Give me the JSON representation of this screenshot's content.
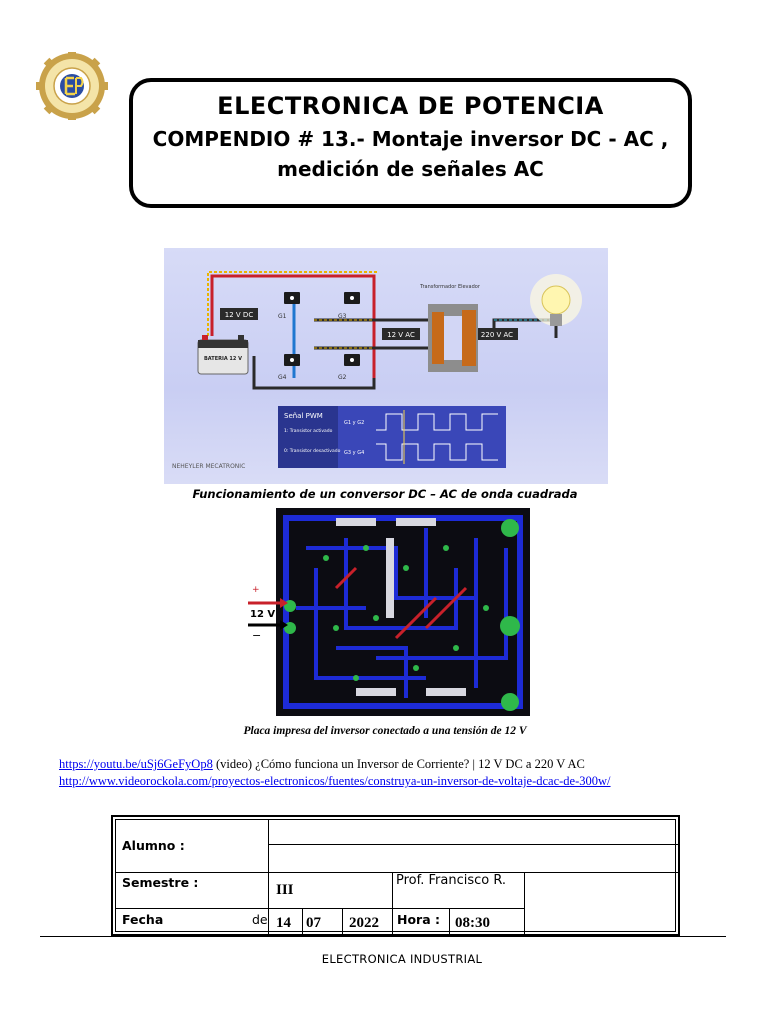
{
  "header": {
    "title": "ELECTRONICA DE POTENCIA",
    "subtitle": "COMPENDIO # 13.- Montaje inversor DC - AC , medición de señales AC"
  },
  "figure1": {
    "caption": "Funcionamiento de un conversor DC – AC de onda cuadrada",
    "labels": {
      "dc_box": "12 V DC",
      "ac_box": "12 V AC",
      "ac_out": "220 V AC",
      "transformer": "Transformador Elevador",
      "battery": "BATERIA 12 V",
      "g1": "G1",
      "g2": "G2",
      "g3": "G3",
      "g4": "G4",
      "pwm_title": "Señal PWM",
      "pwm_on": "1: Transistor activado",
      "pwm_off": "0: Transistor desactivado",
      "pwm_g1g2": "G1 y G2",
      "pwm_g3g4": "G3 y G4",
      "brand": "NEHEYLER MECATRONIC"
    }
  },
  "figure2": {
    "caption": "Placa impresa del inversor conectado a una tensión de 12 V",
    "labels": {
      "plus": "+",
      "volt": "12 V",
      "minus": "−"
    }
  },
  "links": [
    {
      "url": "https://youtu.be/uSj6GeFyOp8",
      "text": " (video)  ¿Cómo funciona un Inversor de Corriente? | 12 V DC a 220 V AC"
    },
    {
      "url": "http://www.videorockola.com/proyectos-electronicos/fuentes/construya-un-inversor-de-voltaje-dcac-de-300w/",
      "text": ""
    }
  ],
  "form": {
    "alumno_label": "Alumno :",
    "semestre_label": "Semestre :",
    "semestre_value": "III",
    "prof": "Prof.  Francisco R.",
    "fecha_label": "Fecha",
    "de_label": "de",
    "day": "14",
    "month": "07",
    "year": "2022",
    "hora_label": "Hora :",
    "hora_value": "08:30"
  },
  "footer": "ELECTRONICA  INDUSTRIAL",
  "colors": {
    "link": "#0000ee",
    "pcb_blue": "#1d2bd6",
    "pcb_green": "#2fb84a",
    "fig_bg": "#d2d6f5"
  }
}
